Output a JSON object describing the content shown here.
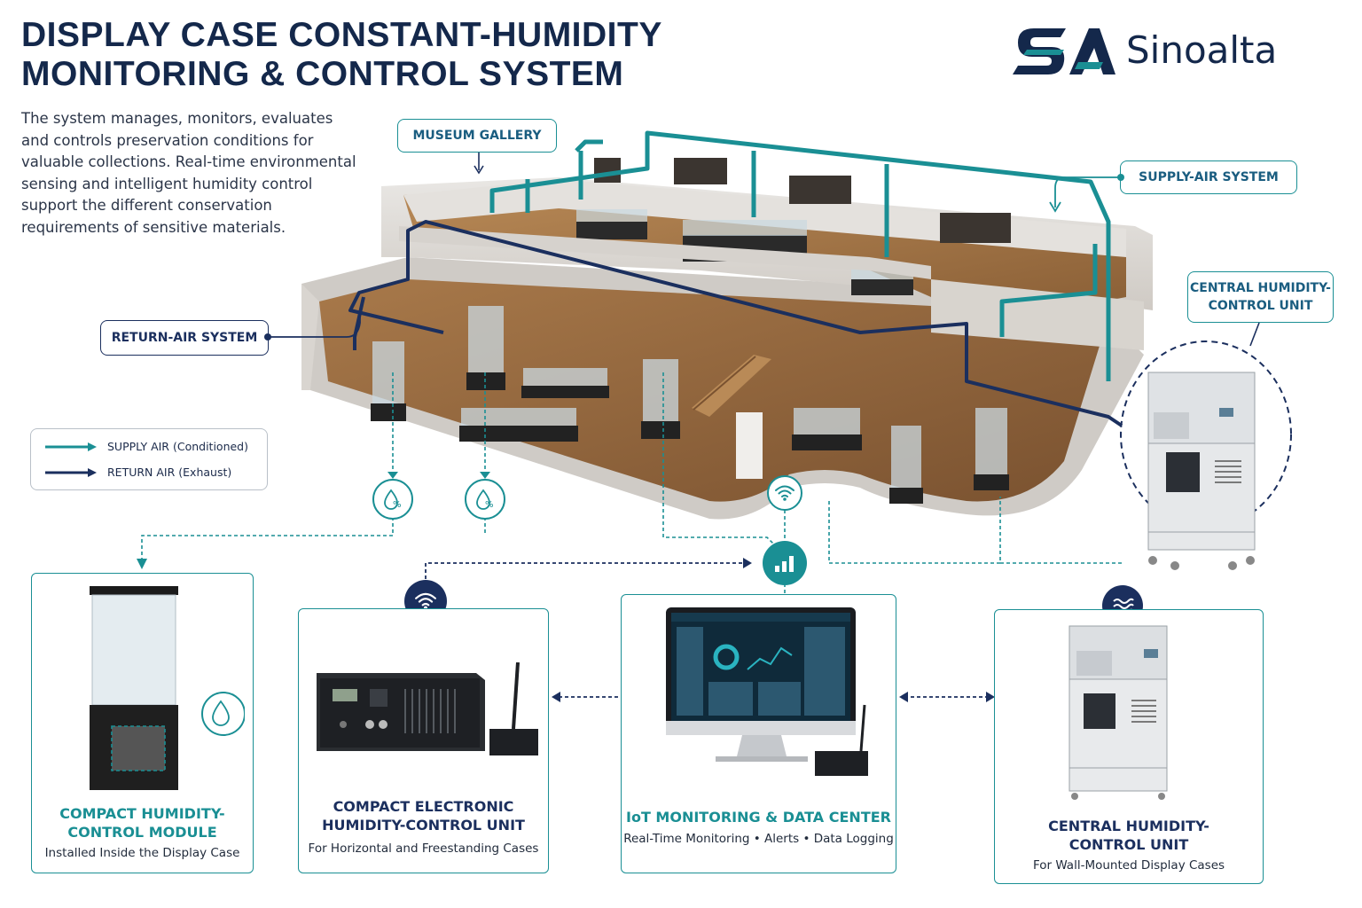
{
  "header": {
    "title_line1": "DISPLAY CASE CONSTANT-HUMIDITY",
    "title_line2": "MONITORING & CONTROL SYSTEM",
    "intro": "The system manages, monitors, evaluates and controls preservation conditions for valuable collections. Real-time environmental sensing and intelligent humidity control support the different conservation requirements of sensitive materials."
  },
  "brand": {
    "name": "Sinoalta",
    "mark": "SA",
    "colors": {
      "navy": "#14284b",
      "teal": "#1a8f94"
    }
  },
  "callouts": {
    "museum_gallery": "MUSEUM GALLERY",
    "supply_air": "SUPPLY-AIR SYSTEM",
    "return_air": "RETURN-AIR SYSTEM",
    "central_unit_line1": "CENTRAL HUMIDITY-",
    "central_unit_line2": "CONTROL UNIT"
  },
  "legend": {
    "supply": "SUPPLY AIR (Conditioned)",
    "return": "RETURN AIR (Exhaust)",
    "supply_color": "#1a8f94",
    "return_color": "#1b2f5e"
  },
  "cards": [
    {
      "title_line1": "COMPACT HUMIDITY-",
      "title_line2": "CONTROL MODULE",
      "subtitle": "Installed Inside the Display Case",
      "icon": "humidity-drop-icon"
    },
    {
      "title_line1": "COMPACT ELECTRONIC",
      "title_line2": "HUMIDITY-CONTROL UNIT",
      "subtitle": "For Horizontal and Freestanding Cases",
      "icon": "wifi-icon"
    },
    {
      "title_line1": "IoT MONITORING & DATA CENTER",
      "title_line2": "",
      "subtitle": "Real-Time Monitoring • Alerts • Data Logging",
      "icon": "bar-chart-icon"
    },
    {
      "title_line1": "CENTRAL HUMIDITY-",
      "title_line2": "CONTROL UNIT",
      "subtitle": "For Wall-Mounted Display Cases",
      "icon": "airflow-icon"
    }
  ]
}
